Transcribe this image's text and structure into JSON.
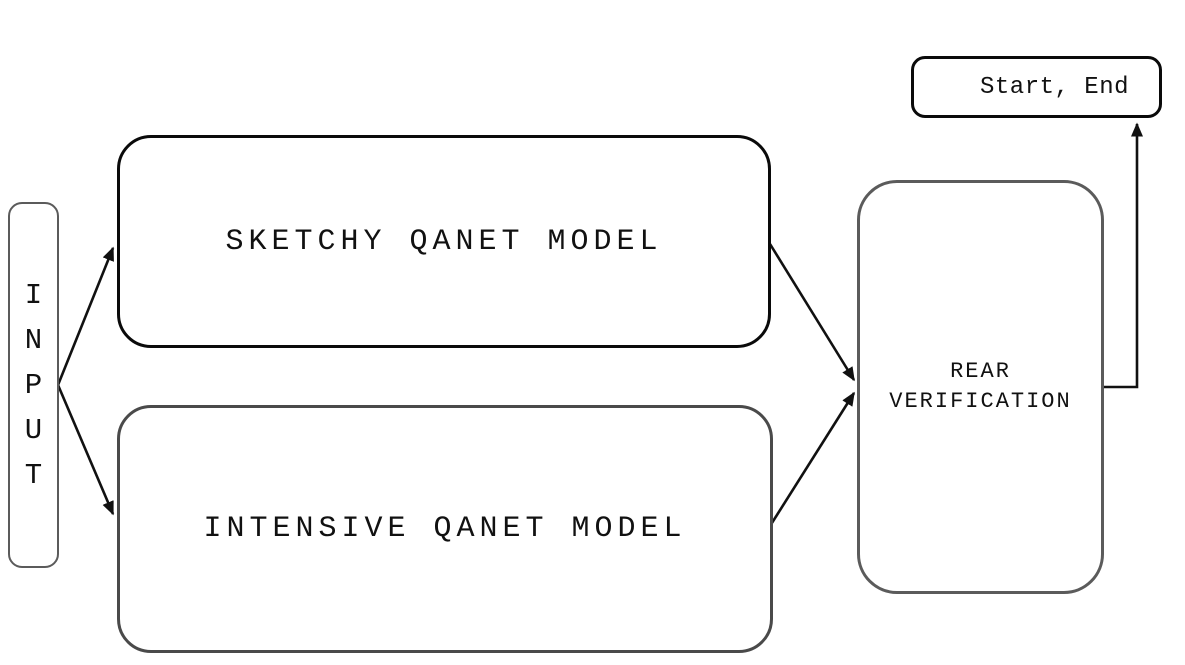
{
  "diagram": {
    "nodes": {
      "input": {
        "label": "INPUT",
        "label_vertical": "I\nN\nP\nU\nT",
        "shape": "rounded-rect",
        "border_color": "#5b5b5b"
      },
      "sketchy": {
        "label": "SKETCHY QANET MODEL",
        "shape": "rounded-rect",
        "border_color": "#0a0a0a"
      },
      "intensive": {
        "label": "INTENSIVE QANET MODEL",
        "shape": "rounded-rect",
        "border_color": "#4a4a4a"
      },
      "rear": {
        "label": "REAR\nVERIFICATION",
        "shape": "rounded-rect",
        "border_color": "#5b5b5b"
      },
      "start_end": {
        "label": "Start, End",
        "shape": "rounded-rect",
        "border_color": "#0a0a0a"
      }
    },
    "edges": [
      {
        "from": "input",
        "to": "sketchy",
        "arrowhead": true
      },
      {
        "from": "input",
        "to": "intensive",
        "arrowhead": true
      },
      {
        "from": "sketchy",
        "to": "rear",
        "arrowhead": true
      },
      {
        "from": "intensive",
        "to": "rear",
        "arrowhead": true
      },
      {
        "from": "rear",
        "to": "start_end",
        "arrowhead": true,
        "style": "orthogonal"
      }
    ],
    "style": {
      "background": "#ffffff",
      "text_color": "#111111",
      "arrow_color": "#111111"
    }
  }
}
